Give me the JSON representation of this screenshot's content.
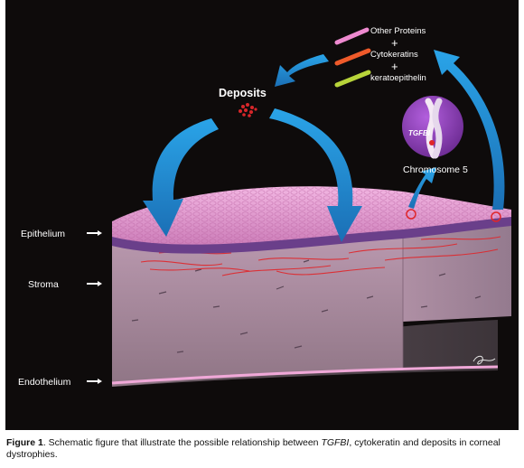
{
  "labels": {
    "epithelium": "Epithelium",
    "stroma": "Stroma",
    "endothelium": "Endothelium",
    "deposits": "Deposits",
    "chromosome": "Chromosome 5",
    "gene": "TGFBI",
    "protein_other": "Other Proteins",
    "protein_cytokeratins": "Cytokeratins",
    "protein_keratoepithelin": "keratoepithelin",
    "plus": "+"
  },
  "caption": {
    "figure_label": "Figure 1",
    "text_before": ". Schematic figure that illustrate the possible relationship between ",
    "gene_italic": "TGFBI",
    "text_after": ", cytokeratin and deposits in corneal dystrophies."
  },
  "colors": {
    "background": "#0e0b0b",
    "epithelium": "#d98bc4",
    "stroma": "#a88aa0",
    "arrow": "#2aa4e8",
    "chromosome_circle": "#8a3fb3"
  }
}
